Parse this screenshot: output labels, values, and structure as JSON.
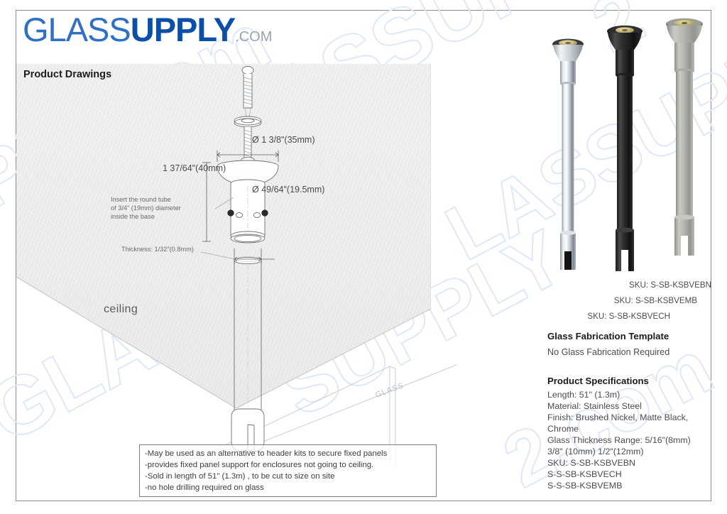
{
  "logo": {
    "part1": "GL",
    "part2": "ASS",
    "part3": "UPPLY",
    "suffix": ".COM"
  },
  "drawing": {
    "title": "Product Drawings",
    "ceiling_label": "ceiling",
    "glass_label": "GLASS",
    "dimensions": {
      "diameter_top": "Ø 1  3/8\"(35mm)",
      "height": "1  37/64\"(40mm)",
      "diameter_bore": "Ø 49/64\"(19.5mm)"
    },
    "annotations": {
      "insert_note_line1": "Insert the round tube",
      "insert_note_line2": "of 3/4\" (19mm) diameter",
      "insert_note_line3": "inside the base",
      "thickness_note": "Thickness: 1/32\"(0.8mm)"
    },
    "notes": [
      "-May be used as an alternative to header kits to secure fixed panels",
      "-provides fixed panel support for enclosures not going to ceiling.",
      "-Sold in length of 51\" (1.3m) , to be cut to size on site",
      "-no hole drilling required on glass"
    ]
  },
  "right_panel": {
    "skus_photos": [
      "SKU: S-SB-KSBVEBN",
      "SKU: S-SB-KSBVEMB",
      "SKU: S-SB-KSBVECH"
    ],
    "fabrication": {
      "heading": "Glass Fabrication Template",
      "value": "No Glass Fabrication Required"
    },
    "specifications": {
      "heading": "Product Specifications",
      "lines": [
        "Length: 51\" (1.3m)",
        "Material: Stainless Steel",
        "Finish: Brushed Nickel, Matte Black,",
        "Chrome",
        "Glass Thickness Range: 5/16\"(8mm)",
        "3/8\" (10mm) 1/2\"(12mm)",
        "SKU: S-SB-KSBVEBN",
        "S-S-SB-KSBVECH",
        "S-S-SB-KSBVEMB"
      ]
    }
  },
  "watermarks": [
    "GLASSUPPLY",
    "PLY.com",
    "GLASS",
    "SUPPLY",
    "2"
  ],
  "colors": {
    "logo_light": "#2f6fc4",
    "logo_bold": "#0b4fa8",
    "logo_suffix": "#9aa3ab",
    "watermark": "#dce6f5",
    "border": "#8a8a8a",
    "ceiling": "#efefef",
    "text_dark": "#1a1a1a",
    "text_gray": "#4c4c4c",
    "finish_chrome": "#c9ced3",
    "finish_black": "#1c1c1c",
    "finish_nickel": "#a9aaa4"
  }
}
